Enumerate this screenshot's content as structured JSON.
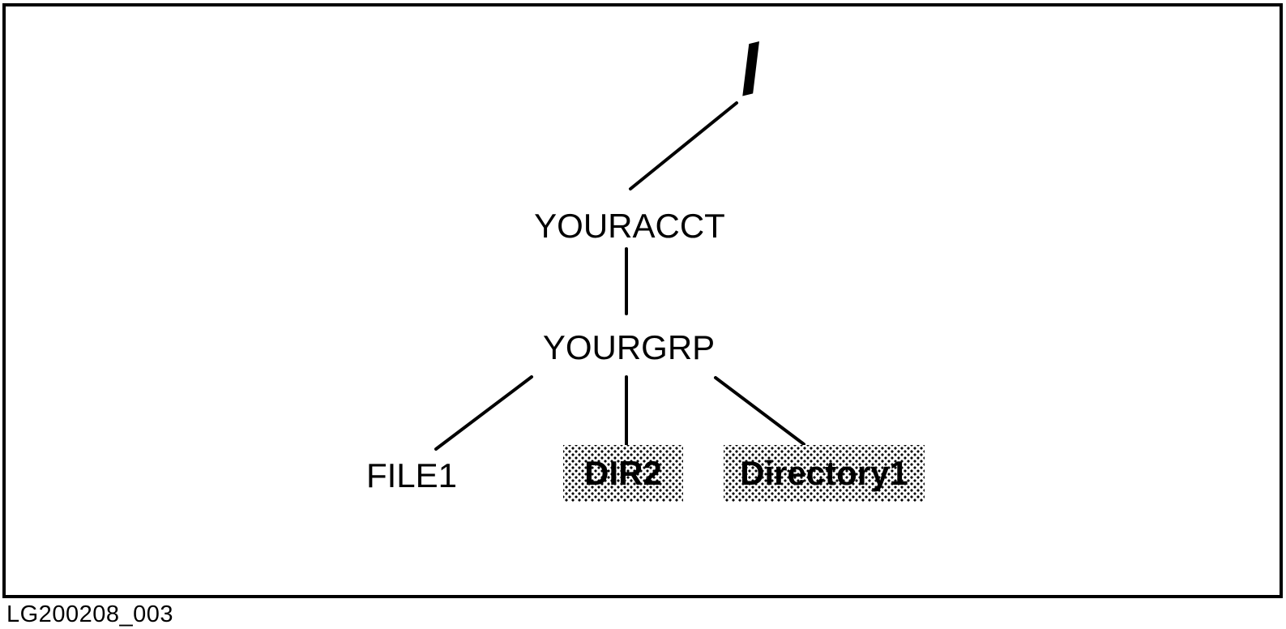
{
  "figure": {
    "caption": "LG200208_003"
  },
  "tree": {
    "root": {
      "label": "/"
    },
    "account": {
      "label": "YOURACCT"
    },
    "group": {
      "label": "YOURGRP"
    },
    "children": [
      {
        "label": "FILE1",
        "shaded": false
      },
      {
        "label": "DIR2",
        "shaded": true
      },
      {
        "label": "Directory1",
        "shaded": true
      }
    ]
  },
  "colors": {
    "foreground": "#000000",
    "background": "#ffffff",
    "shaded_box_pattern": "#000000 halftone dots on #ffffff"
  }
}
